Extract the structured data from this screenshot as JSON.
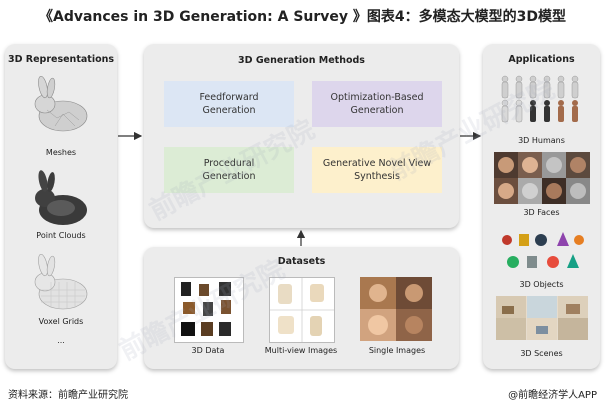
{
  "title": "《Advances in 3D Generation: A Survey 》图表4：多模态大模型的3D模型",
  "representations": {
    "title": "3D Representations",
    "items": [
      "Meshes",
      "Point Clouds",
      "Voxel Grids",
      "..."
    ]
  },
  "methods": {
    "title": "3D Generation Methods",
    "boxes": [
      {
        "label": "Feedforward\nGeneration",
        "color": "#dce6f4"
      },
      {
        "label": "Optimization-Based\nGeneration",
        "color": "#ddd6ec"
      },
      {
        "label": "Procedural\nGeneration",
        "color": "#dcecd5"
      },
      {
        "label": "Generative Novel View\nSynthesis",
        "color": "#fdf0cc"
      }
    ]
  },
  "datasets": {
    "title": "Datasets",
    "items": [
      "3D Data",
      "Multi-view Images",
      "Single Images"
    ]
  },
  "applications": {
    "title": "Applications",
    "items": [
      "3D Humans",
      "3D Faces",
      "3D Objects",
      "3D Scenes"
    ]
  },
  "footer": {
    "source": "资料来源：前瞻产业研究院",
    "brand": "@前瞻经济学人APP"
  },
  "watermark": "前瞻产业研究院"
}
